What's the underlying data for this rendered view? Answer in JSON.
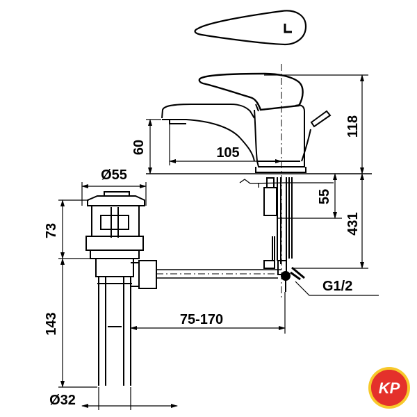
{
  "drawing": {
    "labels": {
      "diameter_55": "Ø55",
      "height_73": "73",
      "height_143": "143",
      "height_60": "60",
      "width_105": "105",
      "height_118": "118",
      "depth_55": "55",
      "depth_431": "431",
      "thread": "G1/2",
      "reach": "75-170",
      "diameter_32": "Ø32"
    },
    "colors": {
      "line": "#000000",
      "logo_red": "#e4312b",
      "logo_yellow": "#f7c92b"
    }
  },
  "logo": {
    "text": "KP"
  }
}
